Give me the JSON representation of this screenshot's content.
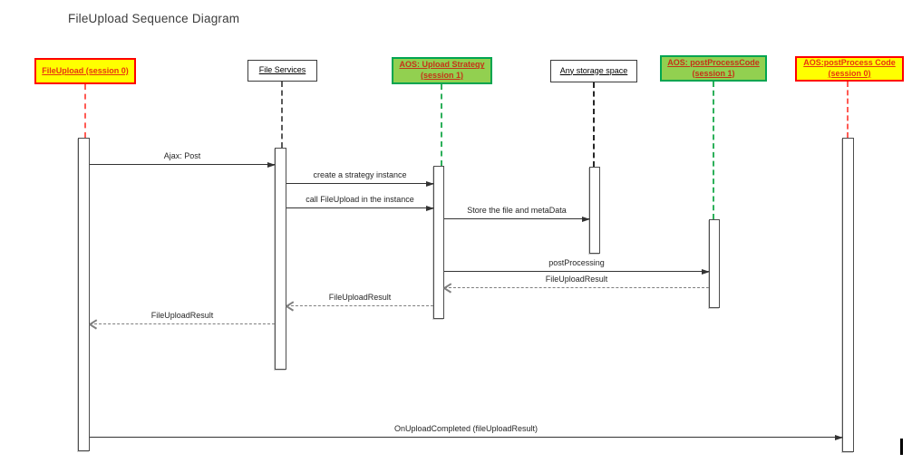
{
  "title": "FileUpload Sequence Diagram",
  "colors": {
    "yellow_fill": "#FFFF00",
    "yellow_border": "#FF0000",
    "yellow_text": "#E8350F",
    "green_fill": "#92D050",
    "green_border": "#00A550",
    "green_text": "#C43318",
    "white_fill": "#FFFFFF",
    "white_border": "#3B3B3B",
    "white_text": "#000000",
    "lifeline_red": "#FF5B54",
    "lifeline_gray": "#5A5A5A",
    "lifeline_green": "#2DB05A",
    "lifeline_black": "#262626",
    "solid_arrow": "#333333",
    "dashed_arrow": "#7F7F7F",
    "label_text": "#262626",
    "title_text": "#3C3C3C",
    "cursor": "#000000"
  },
  "actors": [
    {
      "label": "FileUpload (session 0)",
      "kind": "yellow"
    },
    {
      "label": "File Services",
      "kind": "white"
    },
    {
      "label": "AOS: Upload Strategy (session 1)",
      "kind": "green"
    },
    {
      "label": "Any storage space",
      "kind": "white"
    },
    {
      "label": "AOS: postProcessCode (session 1)",
      "kind": "green"
    },
    {
      "label": "AOS:postProcess Code (session 0)",
      "kind": "yellow"
    }
  ],
  "messages": [
    {
      "label": "Ajax: Post",
      "line": "solid",
      "direction": "right"
    },
    {
      "label": "create a strategy instance",
      "line": "solid",
      "direction": "right"
    },
    {
      "label": "call FileUpload in the instance",
      "line": "solid",
      "direction": "right"
    },
    {
      "label": "Store the file and metaData",
      "line": "solid",
      "direction": "right"
    },
    {
      "label": "postProcessing",
      "line": "solid",
      "direction": "right"
    },
    {
      "label": "FileUploadResult",
      "line": "dashed",
      "direction": "left"
    },
    {
      "label": "FileUploadResult",
      "line": "dashed",
      "direction": "left"
    },
    {
      "label": "FileUploadResult",
      "line": "dashed",
      "direction": "left"
    },
    {
      "label": "OnUploadCompleted (fileUploadResult)",
      "line": "solid",
      "direction": "right"
    }
  ]
}
